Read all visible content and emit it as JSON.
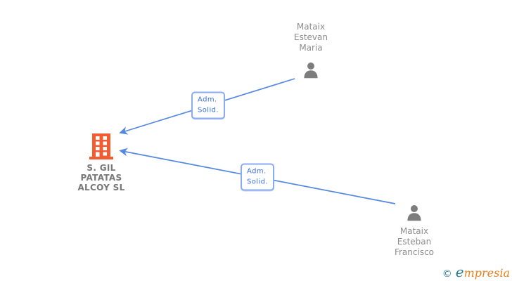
{
  "theme": {
    "background": "#ffffff",
    "edge_blue": "#5588e0",
    "edge_label_blue": "#3d72dd",
    "edge_label_border": "#8aabef",
    "person_gray": "#7d7d7d",
    "name_gray": "#8d8d8d",
    "company_name_gray": "#787878",
    "building_orange": "#f25c33",
    "logo_teal": "#2a7b96",
    "logo_orange": "#e8821e"
  },
  "nodes": {
    "company": {
      "type": "company",
      "name_lines": [
        "S. GIL",
        "PATATAS",
        "ALCOY SL"
      ]
    },
    "person_top": {
      "type": "person",
      "name_lines": [
        "Mataix",
        "Estevan",
        "Maria"
      ]
    },
    "person_bottom": {
      "type": "person",
      "name_lines": [
        "Mataix",
        "Esteban",
        "Francisco"
      ]
    }
  },
  "edges": [
    {
      "from": "person_top",
      "to": "company",
      "label_lines": [
        "Adm.",
        "Solid."
      ]
    },
    {
      "from": "person_bottom",
      "to": "company",
      "label_lines": [
        "Adm.",
        "Solid."
      ]
    }
  ],
  "watermark": {
    "copyright_symbol": "©",
    "brand_initial": "e",
    "brand_rest": "mpresia"
  }
}
